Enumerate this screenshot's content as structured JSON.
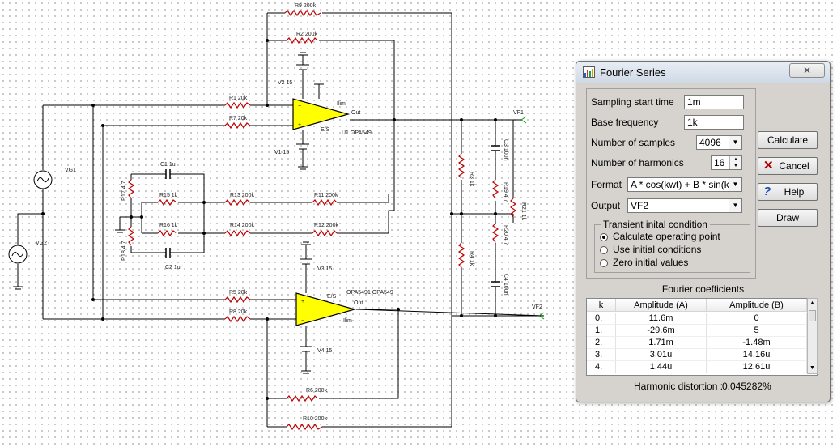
{
  "schematic": {
    "components": {
      "r9": "R9 200k",
      "r2": "R2 200k",
      "r1": "R1 20k",
      "r7": "R7 20k",
      "v2": "V2 15",
      "v1": "V1 15",
      "u1": "U1 OPA549",
      "vg1": "VG1",
      "vg2": "VG2",
      "c1": "C1 1u",
      "c2": "C2 1u",
      "r17": "R17 4.7",
      "r18": "R18 4.7",
      "r15": "R15 1k",
      "r16": "R16 1k",
      "r13": "R13 200k",
      "r14": "R14 200k",
      "r11": "R11 200k",
      "r12": "R12 200k",
      "r3": "R3 1k",
      "r4": "R4 1k",
      "c3": "C3 100n",
      "c4": "C4 100n",
      "r19": "R19 4.7",
      "r20": "R20 4.7",
      "r21": "R21 1k",
      "vf1": "VF1",
      "vf2": "VF2",
      "v3": "V3 15",
      "v4": "V4 15",
      "u2": "OPA5491 OPA549",
      "r5": "R5 20k",
      "r8": "R8 20k",
      "r6": "R6 200k",
      "r10": "R10 200k"
    },
    "pins": {
      "out": "Out",
      "ilim": "Ilim",
      "enf": "E/S"
    }
  },
  "dialog": {
    "title": "Fourier Series",
    "close_glyph": "✕",
    "fields": {
      "sampling_start_time": {
        "label": "Sampling start time",
        "value": "1m"
      },
      "base_frequency": {
        "label": "Base frequency",
        "value": "1k"
      },
      "number_of_samples": {
        "label": "Number of samples",
        "value": "4096"
      },
      "number_of_harmonics": {
        "label": "Number of harmonics",
        "value": "16"
      },
      "format": {
        "label": "Format",
        "value": "A * cos(kwt) + B * sin(kwt)"
      },
      "output": {
        "label": "Output",
        "value": "VF2"
      }
    },
    "transient": {
      "title": "Transient inital condition",
      "options": [
        "Calculate operating point",
        "Use initial conditions",
        "Zero initial values"
      ],
      "selected": 0
    },
    "buttons": {
      "calculate": "Calculate",
      "cancel": "Cancel",
      "help": "Help",
      "draw": "Draw"
    },
    "coefficients": {
      "title": "Fourier coefficients",
      "columns": [
        "k",
        "Amplitude (A)",
        "Amplitude (B)"
      ],
      "rows": [
        [
          "0.",
          "11.6m",
          "0"
        ],
        [
          "1.",
          "-29.6m",
          "5"
        ],
        [
          "2.",
          "1.71m",
          "-1.48m"
        ],
        [
          "3.",
          "3.01u",
          "14.16u"
        ],
        [
          "4.",
          "1.44u",
          "12.61u"
        ]
      ]
    },
    "harmonic_distortion": {
      "label": "Harmonic distortion :",
      "value": "0.045282%"
    }
  }
}
